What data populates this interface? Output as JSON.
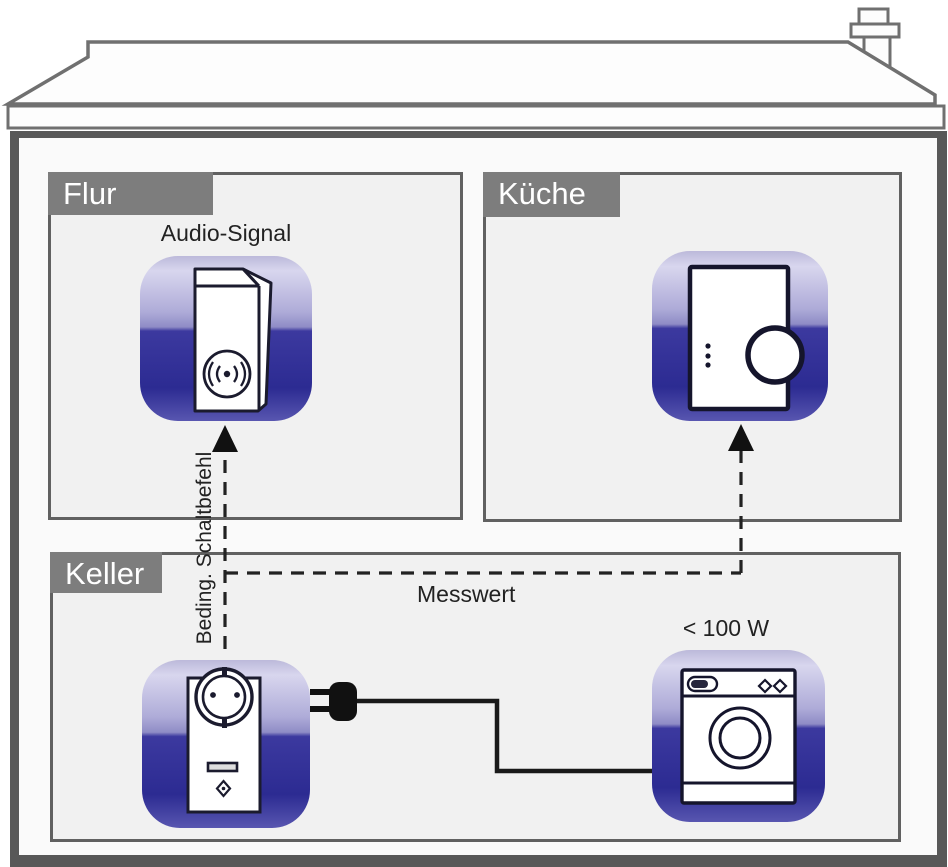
{
  "diagram": {
    "type": "smart-home-floorplan",
    "rooms": [
      {
        "label": "Flur"
      },
      {
        "label": "Küche"
      },
      {
        "label": "Keller"
      }
    ],
    "labels": {
      "audio_signal": "Audio-Signal",
      "power_threshold": "< 100 W",
      "messwert": "Messwert",
      "schaltbefehl": "Beding. Schaltbefehl"
    },
    "devices": [
      {
        "name": "audio-signal-device",
        "room": "Flur",
        "caption": "Audio-Signal"
      },
      {
        "name": "wall-display-device",
        "room": "Küche",
        "caption": ""
      },
      {
        "name": "smart-plug",
        "room": "Keller",
        "caption": ""
      },
      {
        "name": "washing-machine",
        "room": "Keller",
        "caption": "< 100 W"
      }
    ],
    "connections": [
      {
        "style": "dashed-arrow",
        "label": "Beding. Schaltbefehl",
        "from": "smart-plug",
        "to": "audio-signal-device"
      },
      {
        "style": "dashed-arrow",
        "label": "Messwert",
        "from": "smart-plug",
        "to": "wall-display-device"
      },
      {
        "style": "power-cable",
        "label": "",
        "from": "smart-plug",
        "to": "washing-machine"
      }
    ],
    "colors": {
      "icon_blue_dark": "#2c2b92",
      "icon_blue_light": "#d8d6ee",
      "room_label_bg": "#7d7d7d",
      "wall_gray": "#585858",
      "roof_gray": "#707070",
      "line_black": "#222222",
      "house_fill": "#fafafa",
      "room_fill": "#f1f1f1"
    }
  }
}
